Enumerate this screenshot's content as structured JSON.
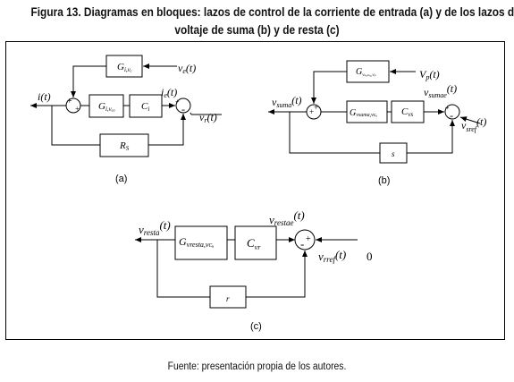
{
  "caption": {
    "line1": "Figura 13. Diagramas en bloques: lazos de control de la corriente de entrada (a) y de los lazos de",
    "line2": "voltaje de suma (b) y de resta (c)"
  },
  "source": "Fuente: presentación propia de los autores.",
  "diagram_a": {
    "label": "(a)",
    "top_block": {
      "main": "G",
      "sub": "i,vₑ"
    },
    "mid_block1": {
      "main": "G",
      "sub": "i,vₑₐ"
    },
    "mid_block2": {
      "main": "C",
      "sub": "i"
    },
    "bottom_block": {
      "main": "R",
      "sub": "S"
    },
    "out_signal": {
      "main": "i",
      "suffix": "(t)"
    },
    "ve_signal": {
      "main": "v",
      "sub": "e",
      "suffix": "(t)"
    },
    "ie_signal": {
      "main": "i",
      "sub": "e",
      "suffix": "(t)"
    },
    "vr_signal": {
      "main": "v",
      "sub": "r",
      "suffix": "(t)"
    },
    "sum1_plus": "+",
    "sum1_minus": "+",
    "sum2_minus": "-",
    "sum2_plus": "+"
  },
  "diagram_b": {
    "label": "(b)",
    "top_block": {
      "main": "G",
      "sub": "vₛᵤₘₒ,vₚ"
    },
    "mid_block1": {
      "main": "G",
      "sub": "vsuma,vᴄᵤ"
    },
    "mid_block2": {
      "main": "C",
      "sub": "vs"
    },
    "bottom_block": {
      "main": "s"
    },
    "vp_signal": {
      "main": "V",
      "sub": "p",
      "suffix": "(t)"
    },
    "out_signal": {
      "main": "v",
      "sub": "suma",
      "suffix": "(t)"
    },
    "sumae_signal": {
      "main": "v",
      "sub": "sumae",
      "suffix": "(t)"
    },
    "ref_signal": {
      "main": "v",
      "sub": "sref",
      "suffix": "(t)"
    },
    "sum1_plus": "+",
    "sum1_plus2": "+",
    "sum2_minus": "-",
    "sum2_plus": "+"
  },
  "diagram_c": {
    "label": "(c)",
    "block1": {
      "main": "G",
      "sub": "vresta,vᴄᵤ"
    },
    "block2": {
      "main": "C",
      "sub": "vr"
    },
    "bottom_block": {
      "main": "r"
    },
    "out_signal": {
      "main": "v",
      "sub": "resta",
      "suffix": "(t)"
    },
    "restae_signal": {
      "main": "v",
      "sub": "restae",
      "suffix": "(t)"
    },
    "ref_signal": {
      "main": "v",
      "sub": "rref",
      "suffix": "(t)"
    },
    "zero": "0",
    "sum_minus": "-",
    "sum_plus": "+"
  }
}
